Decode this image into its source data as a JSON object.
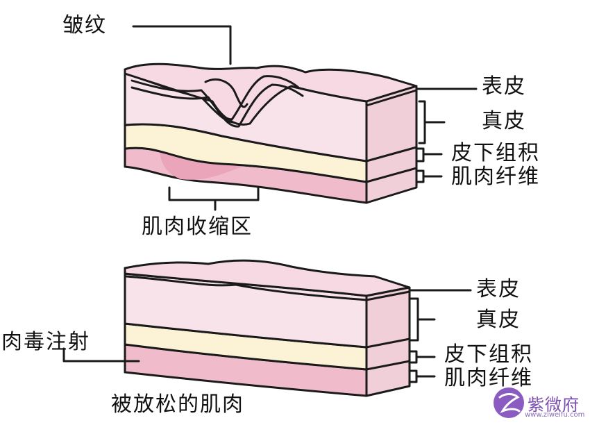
{
  "colors": {
    "epidermis": "#f6d9e2",
    "dermis": "#f8e3ea",
    "dermis_side": "#f1cfd9",
    "subcutaneous": "#fcf3d7",
    "muscle": "#f0bccb",
    "muscle_contracted": "#eaa5ba",
    "outline": "#1a1a1a",
    "watermark": "#7a4fb0"
  },
  "top_diagram": {
    "wrinkle_label": "皱纹",
    "contraction_label": "肌肉收缩区",
    "layers": [
      "表皮",
      "真皮",
      "皮下组积",
      "肌肉纤维"
    ]
  },
  "bottom_diagram": {
    "injection_label": "肉毒注射",
    "relaxed_label": "被放松的肌肉",
    "layers": [
      "表皮",
      "真皮",
      "皮下组积",
      "肌肉纤维"
    ]
  },
  "watermark": {
    "brand": "紫微府",
    "url": "www.ziweifu.com",
    "logo_icon": "purple-logo-icon"
  }
}
